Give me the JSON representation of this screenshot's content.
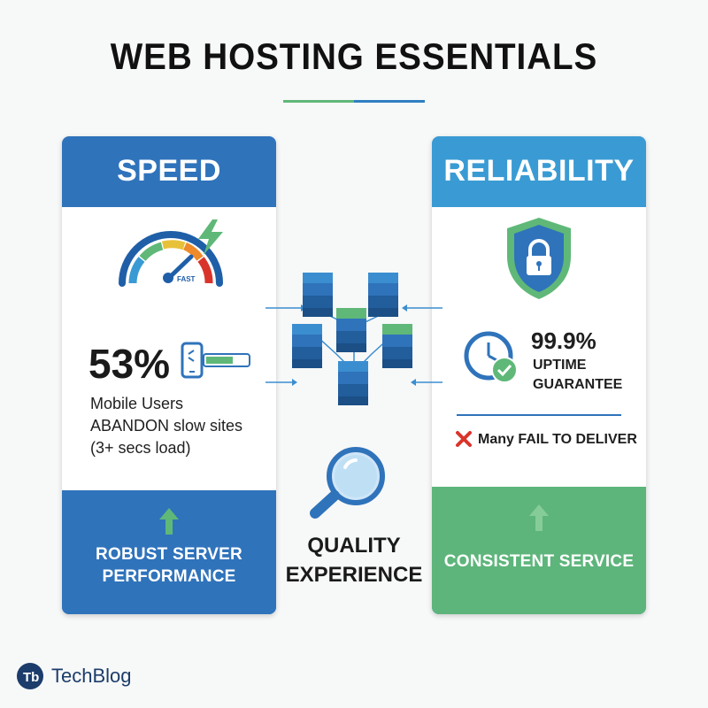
{
  "title": "WEB HOSTING ESSENTIALS",
  "speed": {
    "heading": "SPEED",
    "gauge_label": "FAST",
    "stat": "53%",
    "desc_line1": "Mobile Users",
    "desc_line2": "ABANDON slow sites",
    "desc_line3": "(3+ secs load)",
    "footer_line1": "ROBUST SERVER",
    "footer_line2": "PERFORMANCE"
  },
  "reliability": {
    "heading": "RELIABILITY",
    "uptime": "99.9%",
    "uptime_line1": "UPTIME",
    "uptime_line2": "GUARANTEE",
    "fail_text": "Many FAIL TO DELIVER",
    "footer": "CONSISTENT SERVICE"
  },
  "center": {
    "line1": "QUALITY",
    "line2": "EXPERIENCE"
  },
  "brand": {
    "name": "TechBlog",
    "logo_text": "Tb"
  },
  "colors": {
    "blue": "#2f73bb",
    "light_blue": "#3a9bd4",
    "green": "#5db57b",
    "red": "#d9342b"
  },
  "icons": [
    "speedometer-icon",
    "lightning-icon",
    "phone-loading-icon",
    "server-cluster-icon",
    "magnifier-icon",
    "shield-lock-icon",
    "clock-check-icon",
    "x-mark-icon",
    "arrow-up-icon"
  ]
}
